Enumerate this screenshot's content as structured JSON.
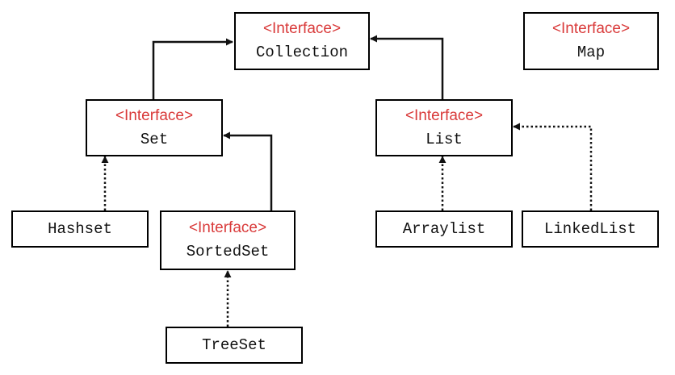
{
  "colors": {
    "stereotype": "#d93a3a",
    "line": "#111111",
    "box_border": "#000000",
    "background": "#ffffff"
  },
  "nodes": {
    "collection": {
      "stereotype": "<Interface>",
      "name": "Collection"
    },
    "map": {
      "stereotype": "<Interface>",
      "name": "Map"
    },
    "set": {
      "stereotype": "<Interface>",
      "name": "Set"
    },
    "list": {
      "stereotype": "<Interface>",
      "name": "List"
    },
    "hashset": {
      "name": "Hashset"
    },
    "sortedset": {
      "stereotype": "<Interface>",
      "name": "SortedSet"
    },
    "arraylist": {
      "name": "Arraylist"
    },
    "linkedlist": {
      "name": "LinkedList"
    },
    "treeset": {
      "name": "TreeSet"
    }
  },
  "edges": [
    {
      "from": "set",
      "to": "collection",
      "style": "solid"
    },
    {
      "from": "list",
      "to": "collection",
      "style": "solid"
    },
    {
      "from": "sortedset",
      "to": "set",
      "style": "solid"
    },
    {
      "from": "hashset",
      "to": "set",
      "style": "dotted"
    },
    {
      "from": "arraylist",
      "to": "list",
      "style": "dotted"
    },
    {
      "from": "linkedlist",
      "to": "list",
      "style": "dotted"
    },
    {
      "from": "treeset",
      "to": "sortedset",
      "style": "dotted"
    }
  ]
}
